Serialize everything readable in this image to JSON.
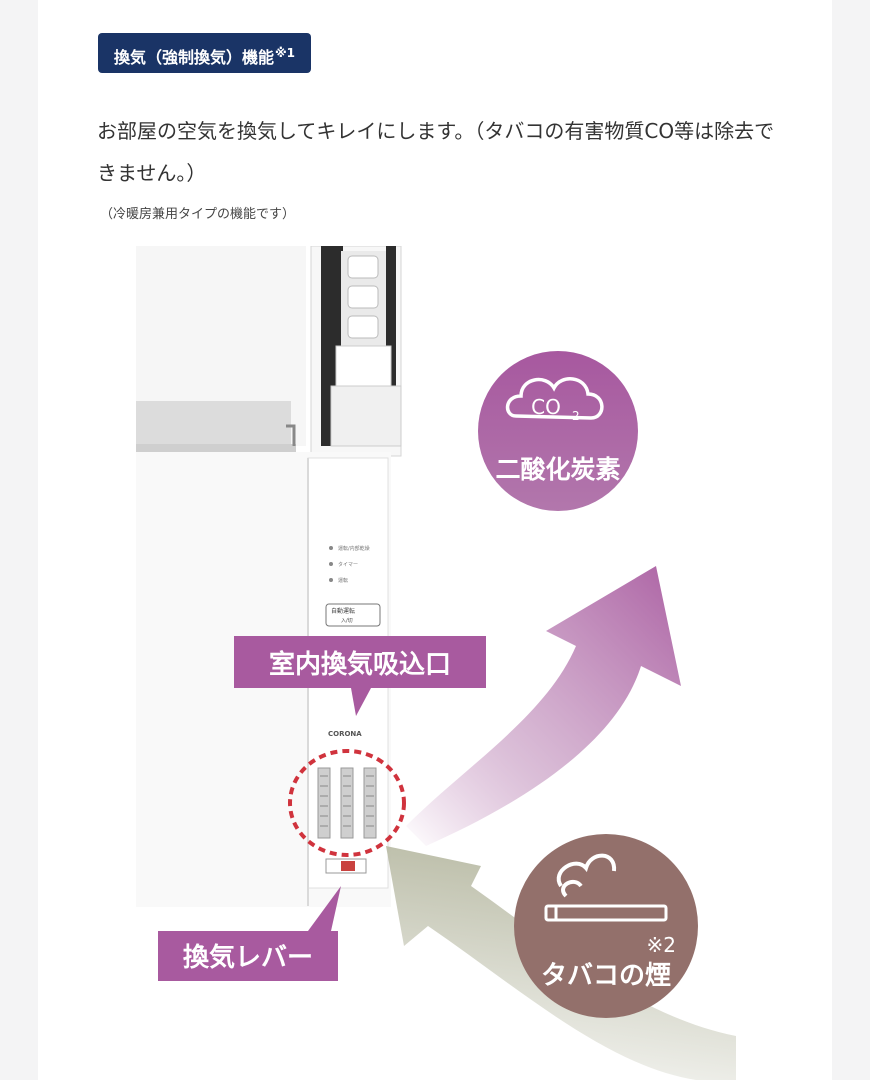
{
  "heading": {
    "label": "換気（強制換気）機能",
    "note_mark": "※1"
  },
  "description": "お部屋の空気を換気してキレイにします。（タバコの有害物質CO等は除去できません。）",
  "sub_note": "（冷暖房兼用タイプの機能です）",
  "figure": {
    "co2_label": "CO",
    "co2_sub": "2",
    "co2_name": "二酸化炭素",
    "intake_label": "室内換気吸込口",
    "lever_label": "換気レバー",
    "smoke_mark": "※2",
    "smoke_name": "タバコの煙",
    "brand": "CORONA",
    "panel_items": [
      "運転/内部乾燥",
      "タイマー",
      "運転"
    ],
    "auto_button": "自動運転",
    "auto_sub": "入/切",
    "colors": {
      "badge": "#1a3466",
      "purple": "#a85a9f",
      "brown": "#93706b",
      "dashed": "#d0333d"
    }
  }
}
